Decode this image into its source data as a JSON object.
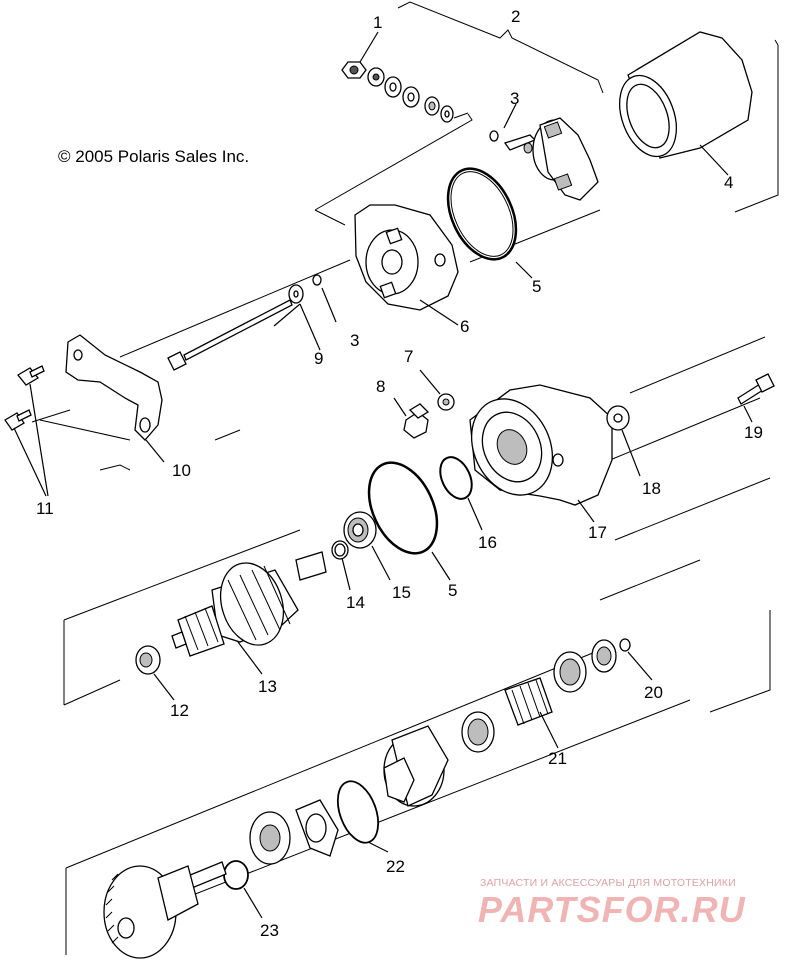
{
  "diagram": {
    "copyright": "© 2005 Polaris Sales Inc.",
    "callouts": {
      "c1": "1",
      "c2": "2",
      "c3a": "3",
      "c3b": "3",
      "c4": "4",
      "c5a": "5",
      "c5b": "5",
      "c6": "6",
      "c7": "7",
      "c8": "8",
      "c9": "9",
      "c10": "10",
      "c11": "11",
      "c12": "12",
      "c13": "13",
      "c14": "14",
      "c15": "15",
      "c16": "16",
      "c17": "17",
      "c18": "18",
      "c19": "19",
      "c20": "20",
      "c21": "21",
      "c22": "22",
      "c23": "23"
    }
  },
  "watermark": {
    "tagline": "ЗАПЧАСТИ И АКСЕССУАРЫ ДЛЯ МОТОТЕХНИКИ",
    "site": "PARTSFOR.RU",
    "color": "#f0b4b4"
  }
}
